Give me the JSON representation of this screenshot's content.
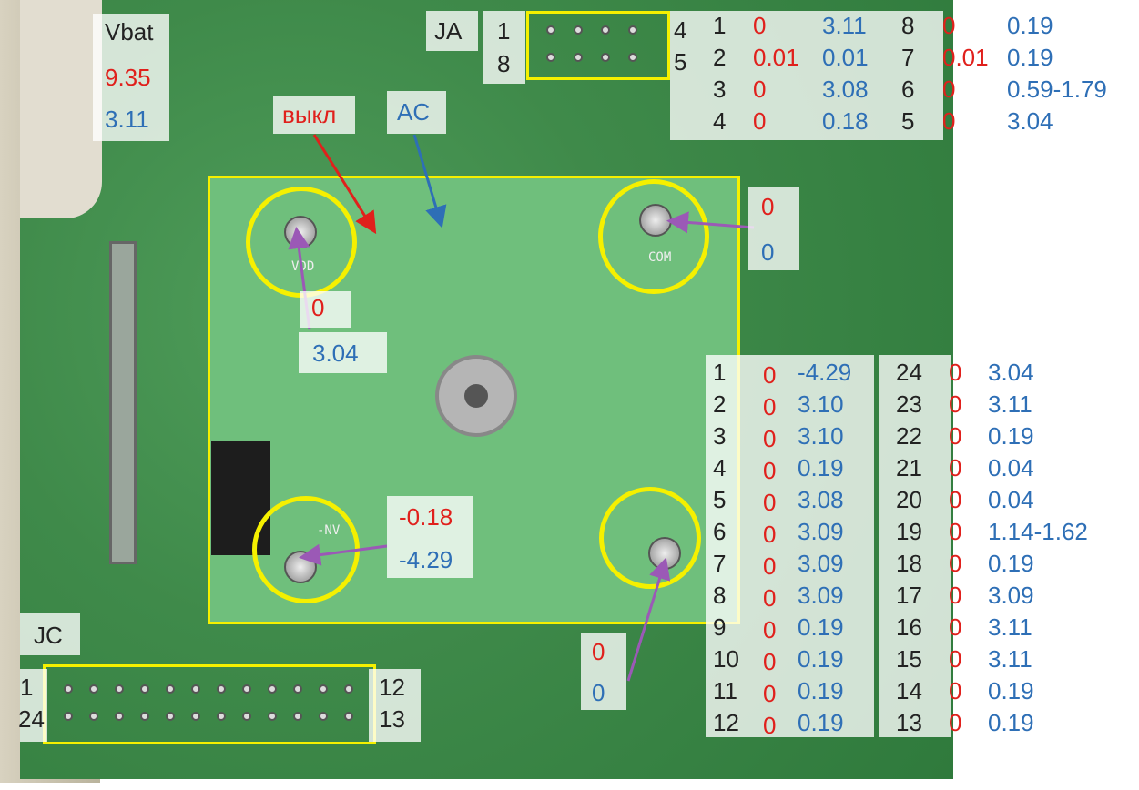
{
  "vbat": {
    "label": "Vbat",
    "red": "9.35",
    "blue": "3.11"
  },
  "ja": {
    "label": "JA",
    "pin_left_top": "1",
    "pin_left_bottom": "8",
    "pin_right_top": "4",
    "pin_right_bottom": "5",
    "left": [
      {
        "pin": "1",
        "red": "0",
        "blue": "3.11"
      },
      {
        "pin": "2",
        "red": "0.01",
        "blue": "0.01"
      },
      {
        "pin": "3",
        "red": "0",
        "blue": "3.08"
      },
      {
        "pin": "4",
        "red": "0",
        "blue": "0.18"
      }
    ],
    "right": [
      {
        "pin": "8",
        "red": "0",
        "blue": "0.19"
      },
      {
        "pin": "7",
        "red": "0.01",
        "blue": "0.19"
      },
      {
        "pin": "6",
        "red": "0",
        "blue": "0.59-1.79"
      },
      {
        "pin": "5",
        "red": "0",
        "blue": "3.04"
      }
    ]
  },
  "labels": {
    "off": "выкл",
    "ac": "AC"
  },
  "vdd": {
    "red": "0",
    "blue": "3.04",
    "silk": "VDD"
  },
  "com": {
    "red": "0",
    "blue": "0",
    "silk": "COM"
  },
  "nv": {
    "red": "-0.18",
    "blue": "-4.29",
    "silk": "-NV"
  },
  "br": {
    "red": "0",
    "blue": "0"
  },
  "jc": {
    "label": "JC",
    "pin_1": "1",
    "pin_24": "24",
    "pin_12": "12",
    "pin_13": "13",
    "left": [
      {
        "pin": "1",
        "red": "0",
        "blue": "-4.29"
      },
      {
        "pin": "2",
        "red": "0",
        "blue": "3.10"
      },
      {
        "pin": "3",
        "red": "0",
        "blue": "3.10"
      },
      {
        "pin": "4",
        "red": "0",
        "blue": "0.19"
      },
      {
        "pin": "5",
        "red": "0",
        "blue": "3.08"
      },
      {
        "pin": "6",
        "red": "0",
        "blue": "3.09"
      },
      {
        "pin": "7",
        "red": "0",
        "blue": "3.09"
      },
      {
        "pin": "8",
        "red": "0",
        "blue": "3.09"
      },
      {
        "pin": "9",
        "red": "0",
        "blue": "0.19"
      },
      {
        "pin": "10",
        "red": "0",
        "blue": "0.19"
      },
      {
        "pin": "11",
        "red": "0",
        "blue": "0.19"
      },
      {
        "pin": "12",
        "red": "0",
        "blue": "0.19"
      }
    ],
    "right": [
      {
        "pin": "24",
        "red": "0",
        "blue": "3.04"
      },
      {
        "pin": "23",
        "red": "0",
        "blue": "3.11"
      },
      {
        "pin": "22",
        "red": "0",
        "blue": "0.19"
      },
      {
        "pin": "21",
        "red": "0",
        "blue": "0.04"
      },
      {
        "pin": "20",
        "red": "0",
        "blue": "0.04"
      },
      {
        "pin": "19",
        "red": "0",
        "blue": "1.14-1.62"
      },
      {
        "pin": "18",
        "red": "0",
        "blue": "0.19"
      },
      {
        "pin": "17",
        "red": "0",
        "blue": "3.09"
      },
      {
        "pin": "16",
        "red": "0",
        "blue": "3.11"
      },
      {
        "pin": "15",
        "red": "0",
        "blue": "3.11"
      },
      {
        "pin": "14",
        "red": "0",
        "blue": "0.19"
      },
      {
        "pin": "13",
        "red": "0",
        "blue": "0.19"
      }
    ]
  },
  "colors": {
    "red": "#e0201c",
    "blue": "#2e6fb6",
    "highlight": "#f5f000",
    "arrow": "#9b59b6"
  }
}
